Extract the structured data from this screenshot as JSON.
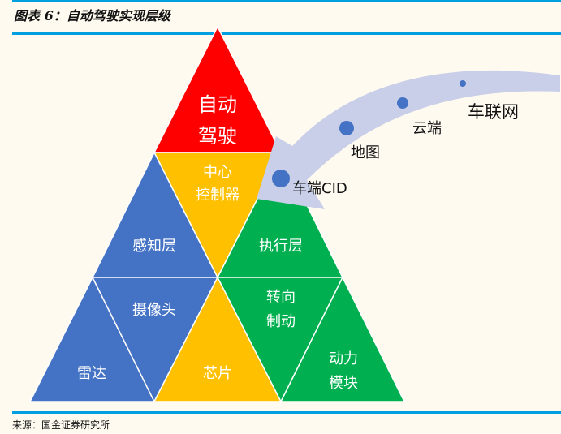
{
  "title": "图表 6：自动驾驶实现层级",
  "source": "来源：国金证券研究所",
  "pyramid": {
    "top": [
      "自动",
      "驾驶"
    ],
    "center": [
      "中心",
      "控制器"
    ],
    "perception": "感知层",
    "execution": "执行层",
    "camera": "摄像头",
    "radar": "雷达",
    "chip": "芯片",
    "steering": [
      "转向",
      "制动"
    ],
    "power": [
      "动力",
      "模块"
    ]
  },
  "arrow_labels": [
    "车端CID",
    "地图",
    "云端",
    "车联网"
  ],
  "colors": {
    "red": "#ff0000",
    "yellow": "#ffc000",
    "blue": "#4472c4",
    "green": "#00b050",
    "accent": "#00a0e0",
    "arrow": "#c9cfe8",
    "dot": "#4472c4"
  }
}
